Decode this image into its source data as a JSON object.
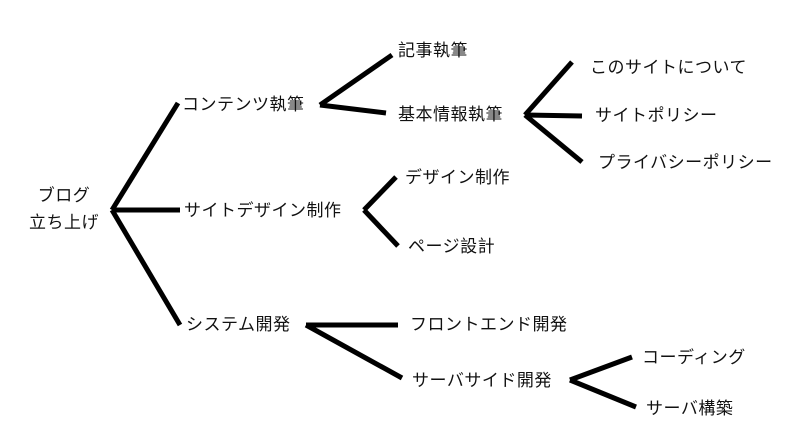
{
  "tree": {
    "root": {
      "label_line1": "ブログ",
      "label_line2": "立ち上げ"
    },
    "branches": [
      {
        "label": "コンテンツ執筆",
        "children": [
          {
            "label": "記事執筆"
          },
          {
            "label": "基本情報執筆",
            "children": [
              {
                "label": "このサイトについて"
              },
              {
                "label": "サイトポリシー"
              },
              {
                "label": "プライバシーポリシー"
              }
            ]
          }
        ]
      },
      {
        "label": "サイトデザイン制作",
        "children": [
          {
            "label": "デザイン制作"
          },
          {
            "label": "ページ設計"
          }
        ]
      },
      {
        "label": "システム開発",
        "children": [
          {
            "label": "フロントエンド開発"
          },
          {
            "label": "サーバサイド開発",
            "children": [
              {
                "label": "コーディング"
              },
              {
                "label": "サーバ構築"
              }
            ]
          }
        ]
      }
    ]
  }
}
